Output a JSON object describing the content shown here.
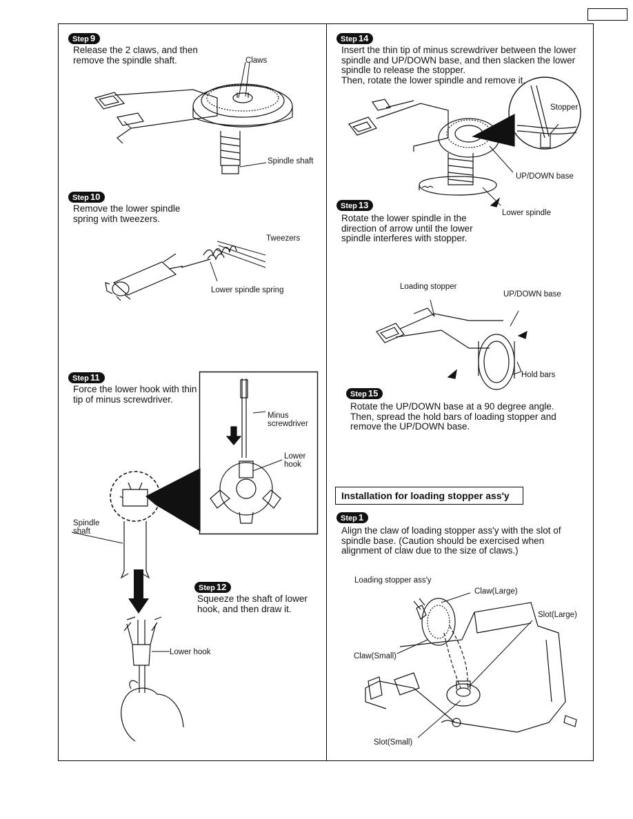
{
  "header": {
    "page_number": ""
  },
  "steps": {
    "s9": {
      "badge": "Step",
      "num": "9",
      "text": "Release the 2 claws, and then\nremove the spindle shaft.",
      "labels": {
        "claws": "Claws",
        "spindle_shaft": "Spindle shaft"
      }
    },
    "s10": {
      "badge": "Step",
      "num": "10",
      "text": "Remove the lower spindle\nspring with tweezers.",
      "labels": {
        "tweezers": "Tweezers",
        "lower_spindle_spring": "Lower spindle spring"
      }
    },
    "s11": {
      "badge": "Step",
      "num": "11",
      "text": "Force the lower hook with thin\ntip of minus screwdriver.",
      "labels": {
        "minus_screwdriver": "Minus\nscrewdriver",
        "lower_hook": "Lower\nhook",
        "spindle_shaft": "Spindle\nshaft"
      }
    },
    "s12": {
      "badge": "Step",
      "num": "12",
      "text": "Squeeze the shaft of lower\nhook, and then draw it.",
      "labels": {
        "lower_hook": "Lower hook"
      }
    },
    "s13": {
      "badge": "Step",
      "num": "13",
      "text": "Rotate the lower spindle in the\ndirection of arrow until the lower\nspindle interferes with stopper.",
      "labels": {
        "lower_spindle": "Lower spindle"
      }
    },
    "s14": {
      "badge": "Step",
      "num": "14",
      "text": "Insert the thin tip of minus screwdriver between the lower\nspindle and UP/DOWN base, and then slacken the lower\nspindle to release the stopper.\nThen, rotate the lower spindle and remove it.",
      "labels": {
        "stopper": "Stopper",
        "up_down_base": "UP/DOWN base"
      }
    },
    "s15": {
      "badge": "Step",
      "num": "15",
      "text": "Rotate the UP/DOWN base at a 90 degree angle.\nThen, spread the hold bars of loading stopper and\nremove the UP/DOWN base.",
      "labels": {
        "loading_stopper": "Loading stopper",
        "up_down_base": "UP/DOWN base",
        "hold_bars": "Hold bars"
      }
    }
  },
  "installation": {
    "title": "Installation for loading stopper ass'y",
    "step1": {
      "badge": "Step",
      "num": "1",
      "text": "Align the claw of loading stopper ass'y with the slot of\nspindle base. (Caution should be exercised when\nalignment of claw due to the size of claws.)"
    },
    "labels": {
      "assy": "Loading stopper ass'y",
      "claw_large": "Claw(Large)",
      "slot_large": "Slot(Large)",
      "claw_small": "Claw(Small)",
      "slot_small": "Slot(Small)"
    }
  }
}
